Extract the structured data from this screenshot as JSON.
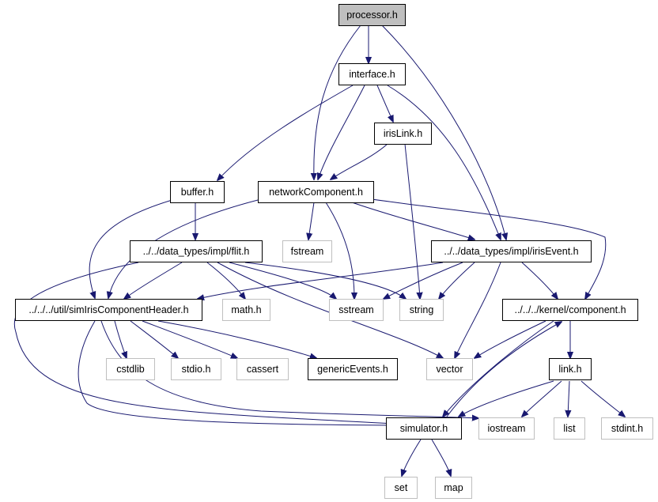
{
  "nodes": {
    "processor_h": "processor.h",
    "interface_h": "interface.h",
    "irislink_h": "irisLink.h",
    "buffer_h": "buffer.h",
    "networkcomponent_h": "networkComponent.h",
    "fstream": "fstream",
    "flit_h": "../../data_types/impl/flit.h",
    "irisevent_h": "../../data_types/impl/irisEvent.h",
    "simiriscomponentheader_h": "../../../util/simIrisComponentHeader.h",
    "math_h": "math.h",
    "sstream": "sstream",
    "string": "string",
    "component_h": "../../../kernel/component.h",
    "cstdlib": "cstdlib",
    "stdio_h": "stdio.h",
    "cassert": "cassert",
    "genericevents_h": "genericEvents.h",
    "vector": "vector",
    "link_h": "link.h",
    "simulator_h": "simulator.h",
    "iostream": "iostream",
    "list": "list",
    "stdint_h": "stdint.h",
    "set": "set",
    "map": "map"
  },
  "colors": {
    "edge": "#191970",
    "current_fill": "#bfbfbf",
    "system_border": "#bfbfbf",
    "local_border": "#000000"
  }
}
